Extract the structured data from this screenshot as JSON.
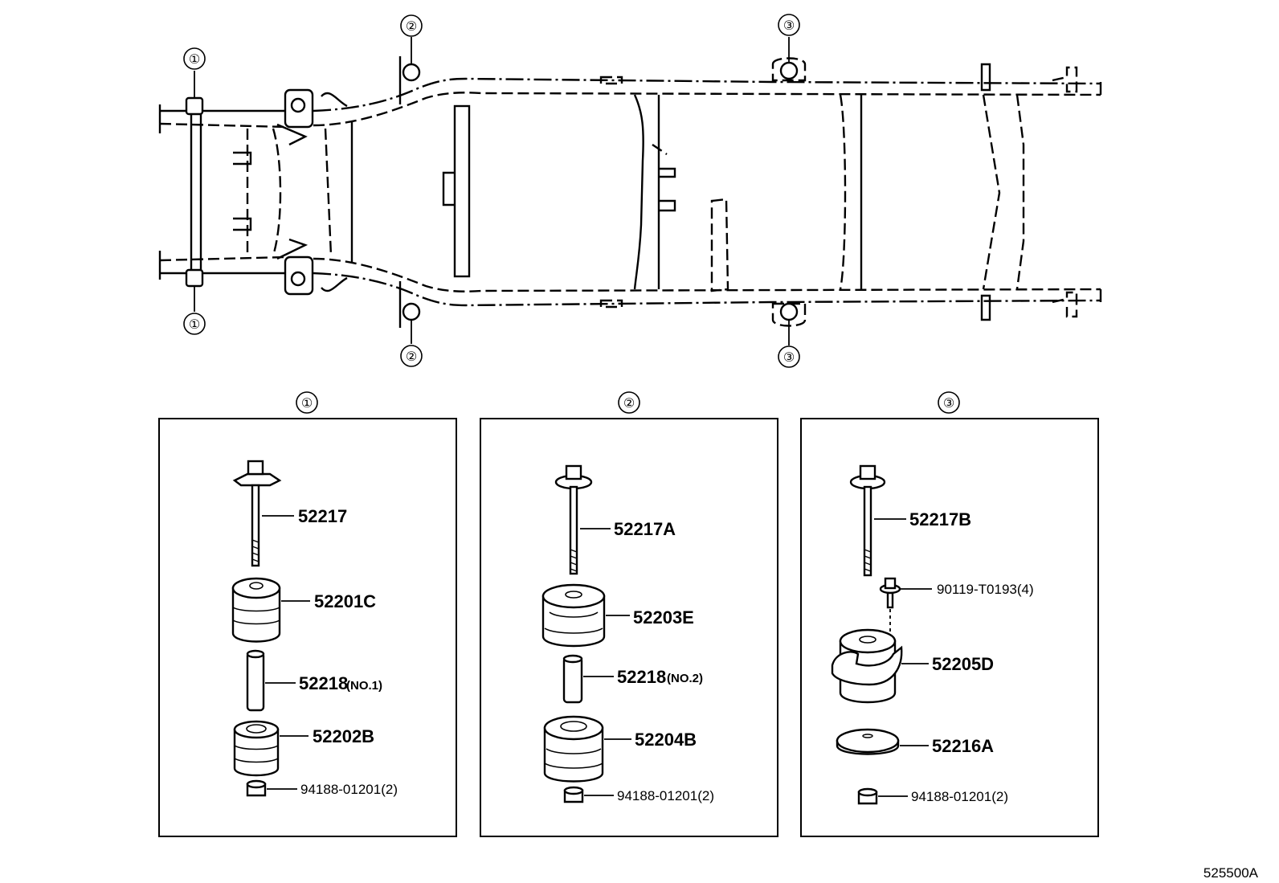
{
  "diagram": {
    "frame_callouts": {
      "c1_top": "①",
      "c1_bottom": "①",
      "c2_top": "②",
      "c2_bottom": "②",
      "c3_top": "③",
      "c3_bottom": "③"
    },
    "panels": [
      {
        "marker": "①",
        "parts": {
          "bolt": "52217",
          "cushion_upper": "52201C",
          "collar_num": "52218",
          "collar_suffix": "(NO.1)",
          "cushion_lower": "52202B",
          "nut": "94188-01201(2)"
        }
      },
      {
        "marker": "②",
        "parts": {
          "bolt": "52217A",
          "cushion_upper": "52203E",
          "collar_num": "52218",
          "collar_suffix": "(NO.2)",
          "cushion_lower": "52204B",
          "nut": "94188-01201(2)"
        }
      },
      {
        "marker": "③",
        "parts": {
          "bolt": "52217B",
          "screw": "90119-T0193(4)",
          "cushion": "52205D",
          "washer": "52216A",
          "nut": "94188-01201(2)"
        }
      }
    ],
    "reference_code": "525500A"
  }
}
